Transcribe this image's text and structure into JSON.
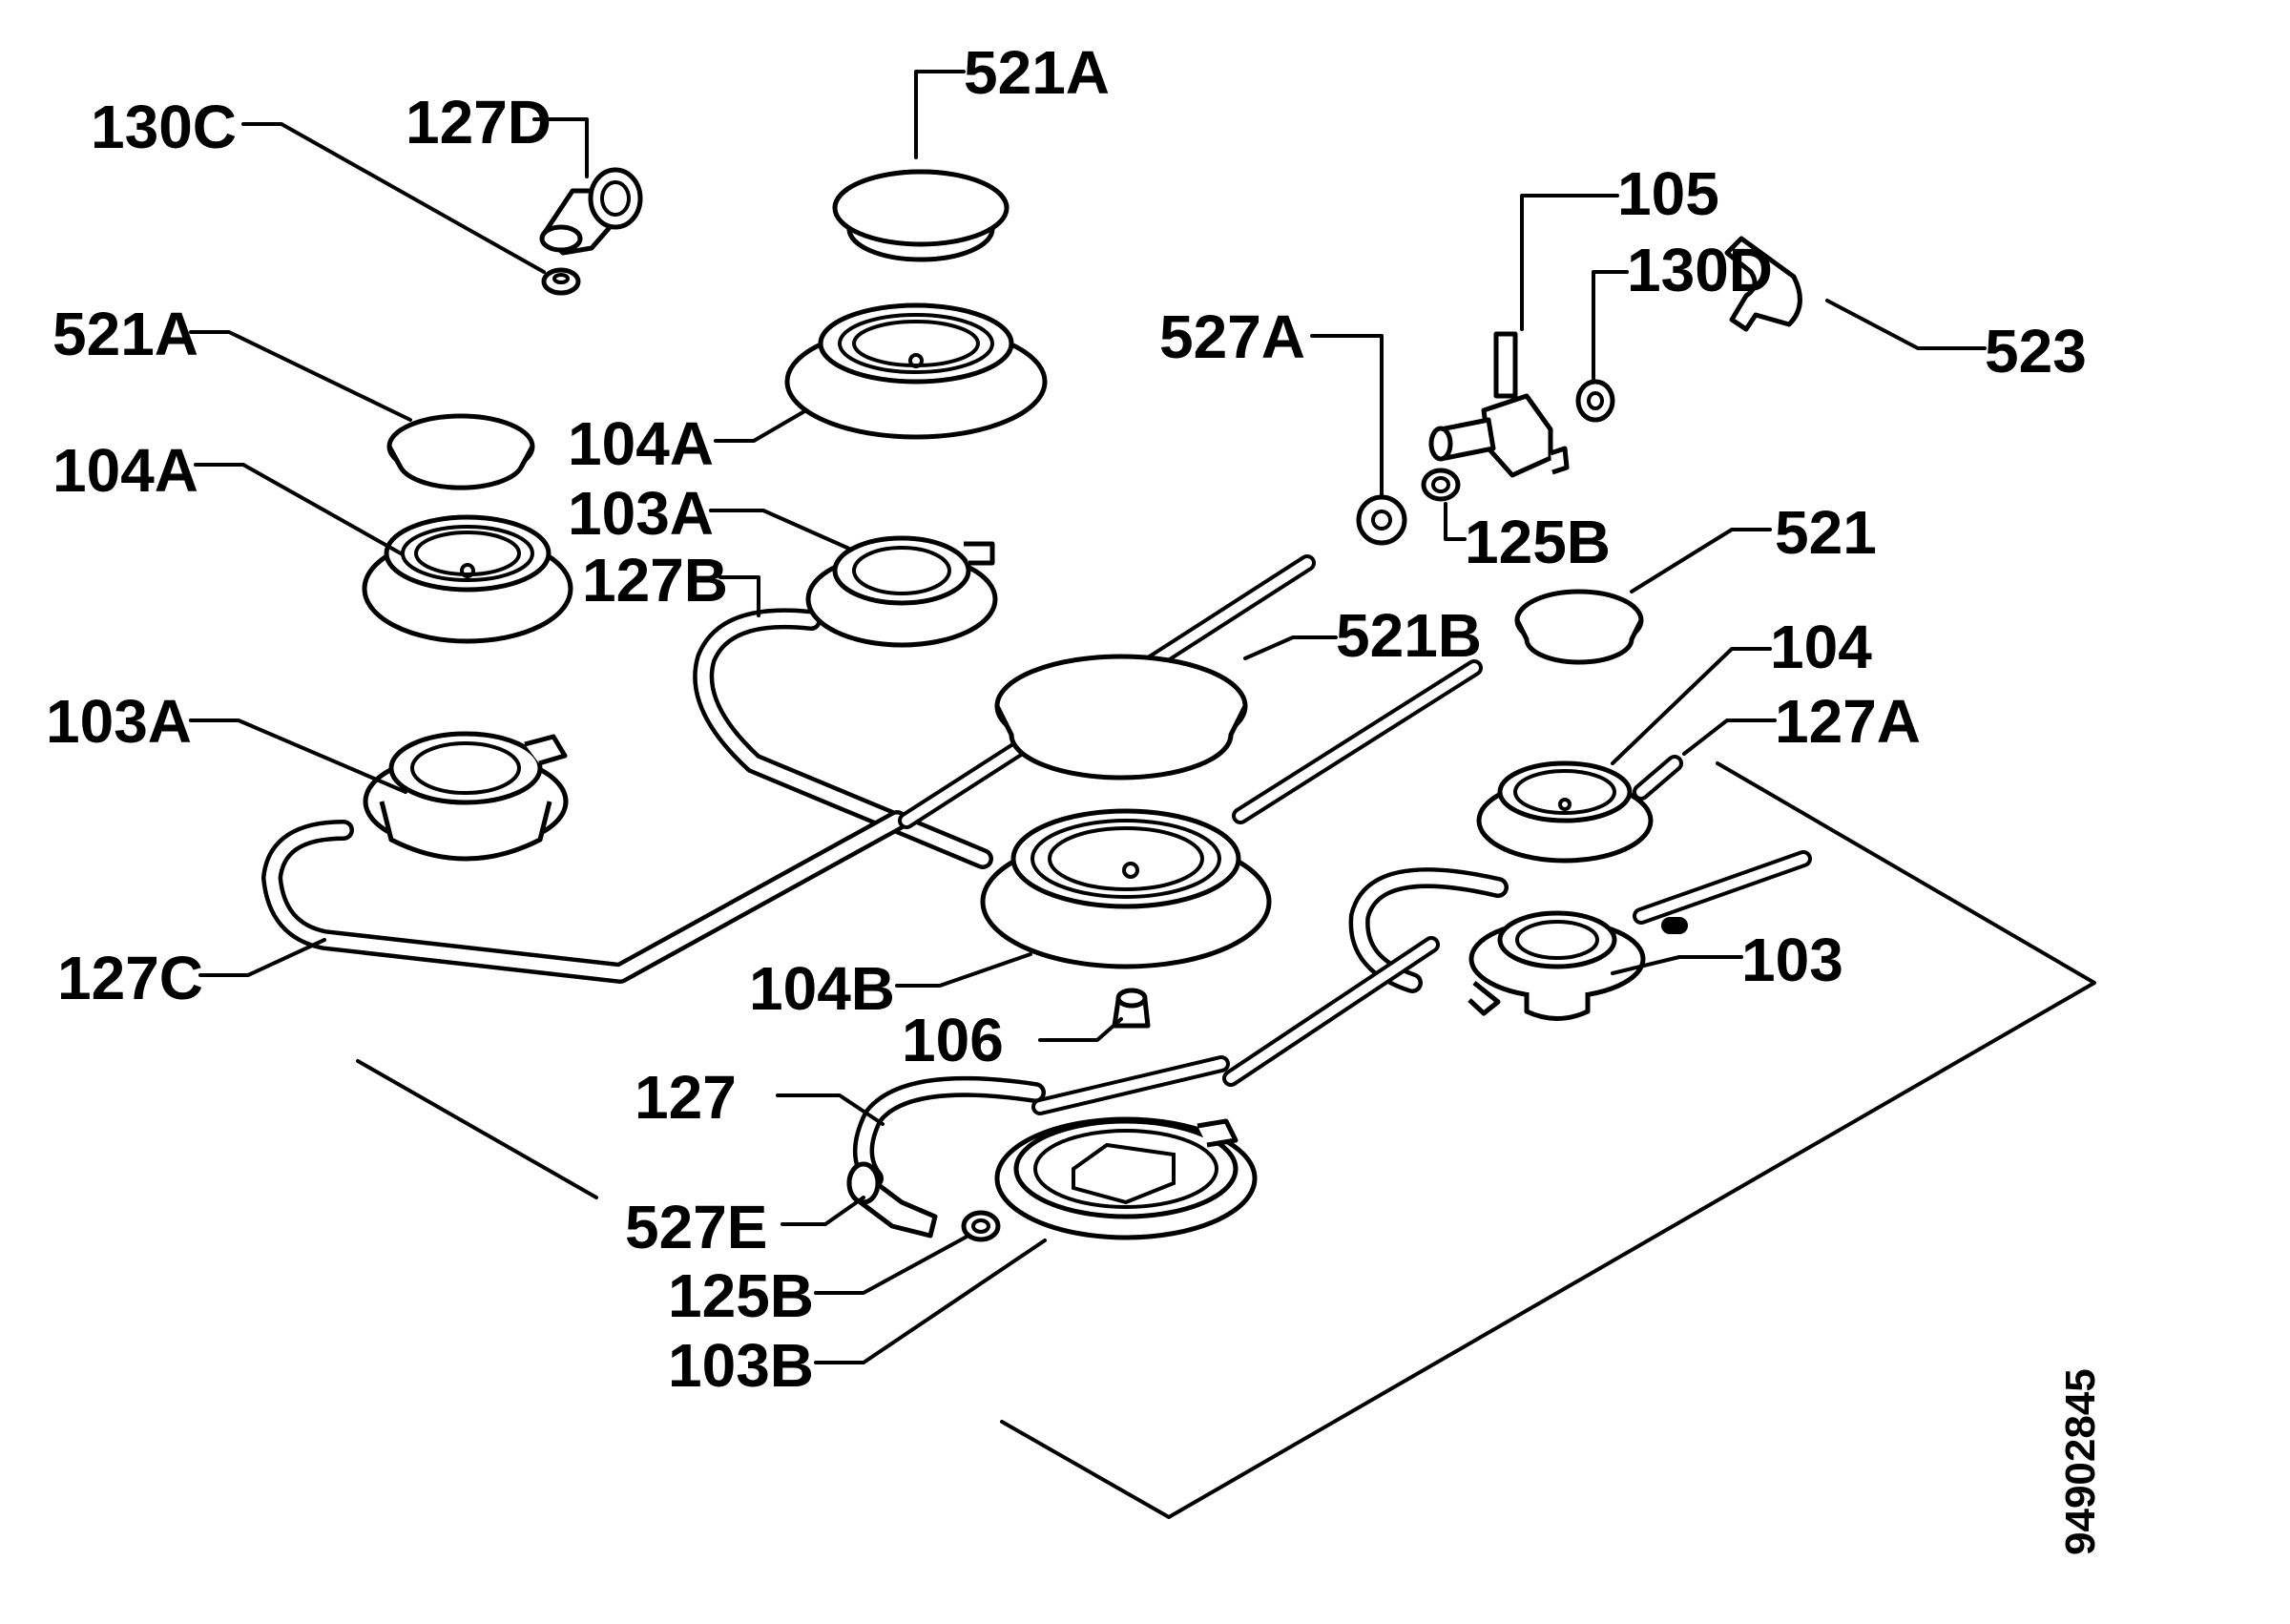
{
  "labels": {
    "l_130C": "130C",
    "l_127D": "127D",
    "l_521A_top": "521A",
    "l_105": "105",
    "l_130D": "130D",
    "l_523": "523",
    "l_521A_left": "521A",
    "l_527A": "527A",
    "l_104A_left": "104A",
    "l_104A_mid": "104A",
    "l_103A_mid": "103A",
    "l_125B_top": "125B",
    "l_127B": "127B",
    "l_521": "521",
    "l_521B": "521B",
    "l_104": "104",
    "l_103A_left": "103A",
    "l_127A": "127A",
    "l_103": "103",
    "l_127C": "127C",
    "l_104B": "104B",
    "l_106": "106",
    "l_127": "127",
    "l_527E": "527E",
    "l_125B_bottom": "125B",
    "l_103B": "103B"
  },
  "drawing_number": "94902845"
}
